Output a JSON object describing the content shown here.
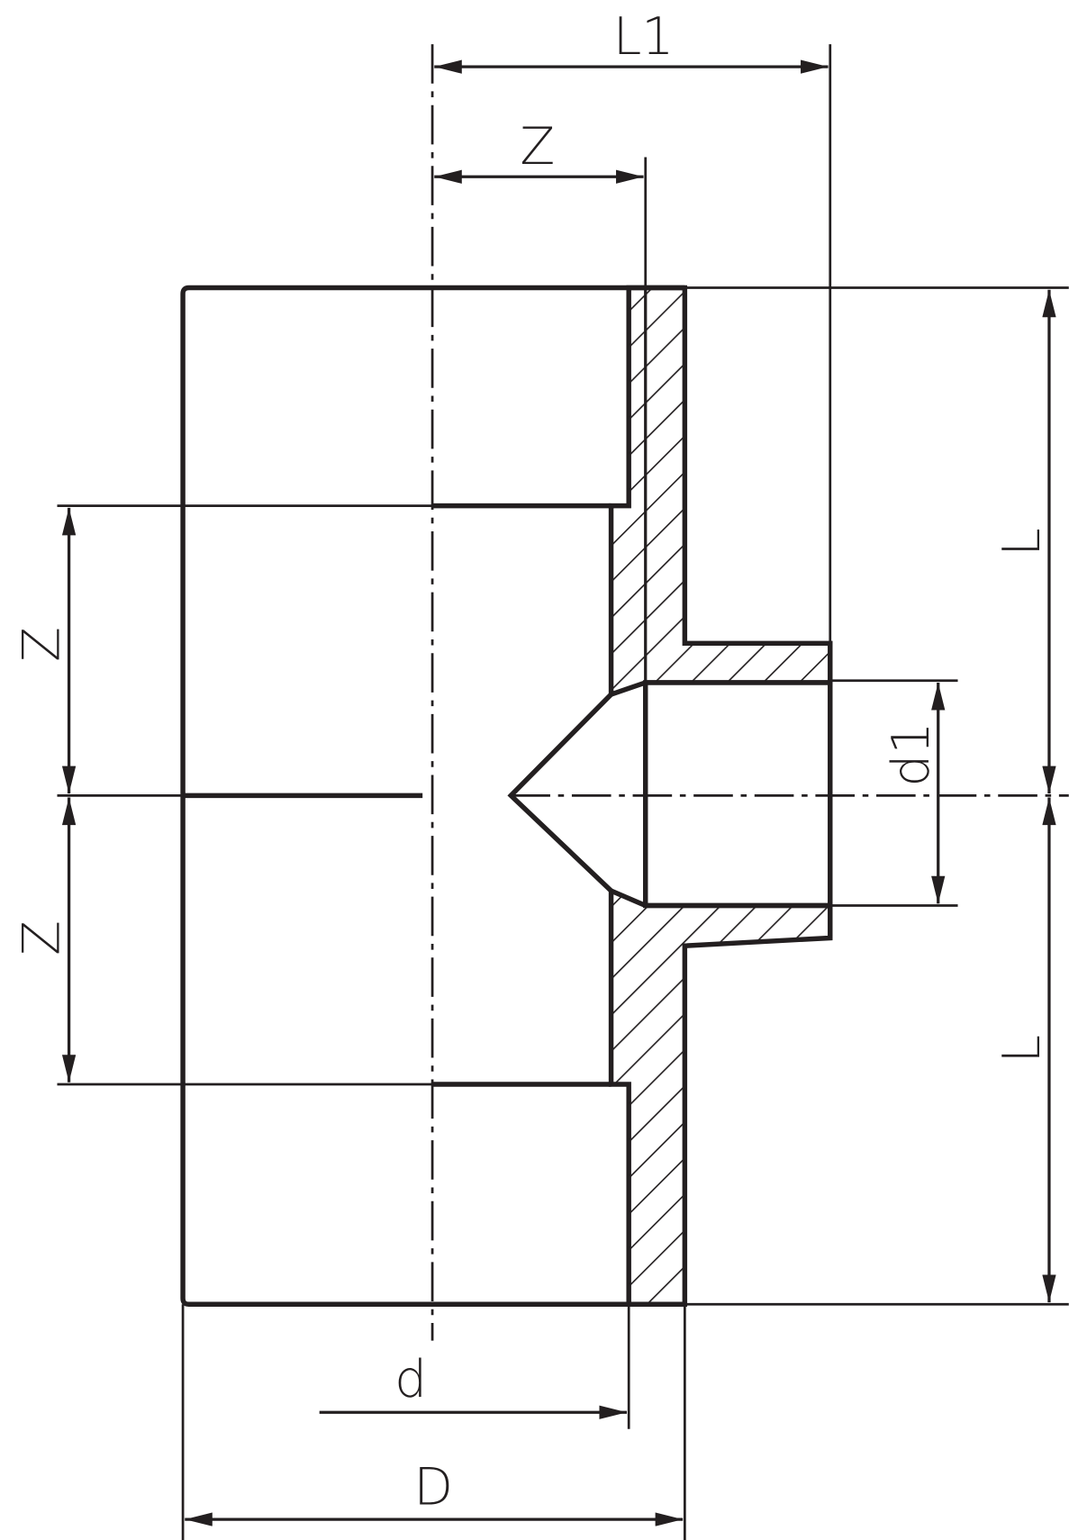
{
  "drawing": {
    "title": "Reducing tee sectional drawing",
    "stroke_color": "#231f20",
    "background": "#ffffff",
    "labels": {
      "L1": "L1",
      "Z_top": "Z",
      "L_upper": "L",
      "L_lower": "L",
      "Z_left_upper": "Z",
      "Z_left_lower": "Z",
      "d1": "d1",
      "d": "d",
      "D": "D"
    }
  }
}
